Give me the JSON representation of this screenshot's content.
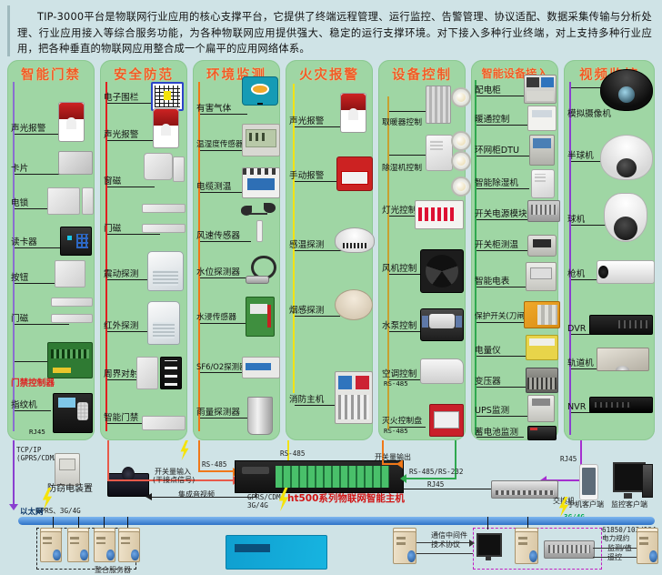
{
  "intro": {
    "paragraph": "TIP-3000平台是物联网行业应用的核心支撑平台，它提供了终端远程管理、运行监控、告警管理、协议适配、数据采集传输与分析处理、行业应用接入等综合服务功能，为各种物联网应用提供强大、稳定的运行支撑环境。对下接入多种行业终端，对上支持多种行业应用，把各种垂直的物联网应用整合成一个扁平的应用网络体系。"
  },
  "colors": {
    "page_bg": "#cfe3e6",
    "column_bg": "#9fd6a4",
    "column_title": "#f05a28",
    "host_label": "#d01414",
    "ethernet_bar": "#2f73c8",
    "bus_access_control": "#8a6fd0",
    "bus_security": "#e02020",
    "bus_environment": "#f07818",
    "bus_fire": "#f2e315",
    "bus_device_control": "#c8a030",
    "bus_smart_device": "#2fa84f",
    "bus_video": "#8a3fd0"
  },
  "columns": [
    {
      "id": "access-control",
      "title": "智能门禁",
      "bus_color": "#8a6fd0",
      "items": [
        {
          "label": "声光报警",
          "device": "siren"
        },
        {
          "label": "卡片",
          "device": "plate"
        },
        {
          "label": "电锁",
          "device": "plate2"
        },
        {
          "label": "读卡器",
          "device": "darkbox"
        },
        {
          "label": "按钮",
          "device": "plate2"
        },
        {
          "label": "门磁",
          "device": "plate2"
        },
        {
          "label": "门禁控制器",
          "device": "greenpcb",
          "highlight": true
        },
        {
          "label": "指纹机",
          "device": "fingerprint"
        }
      ],
      "footer": "TCP/IP\n(GPRS/CDMA)",
      "footer_short": "RJ45"
    },
    {
      "id": "security",
      "title": "安全防范",
      "bus_color": "#e02020",
      "items": [
        {
          "label": "电子围栏",
          "device": "fence"
        },
        {
          "label": "声光报警",
          "device": "siren"
        },
        {
          "label": "窗磁",
          "device": "plate2"
        },
        {
          "label": "门磁",
          "device": "plate2"
        },
        {
          "label": "震动探测",
          "device": "pir"
        },
        {
          "label": "红外探测",
          "device": "pir"
        },
        {
          "label": "周界对射",
          "device": "beam"
        },
        {
          "label": "智能门禁",
          "device": "plate2"
        }
      ],
      "footer": "RS-485"
    },
    {
      "id": "environment",
      "title": "环境监测",
      "bus_color": "#f07818",
      "items": [
        {
          "label": "有害气体",
          "device": "gasdet"
        },
        {
          "label": "温湿度传感器",
          "device": "lcdmeter"
        },
        {
          "label": "电缆测温",
          "device": "breaker"
        },
        {
          "label": "风速传感器",
          "device": "anem"
        },
        {
          "label": "水位探测器",
          "device": "probe"
        },
        {
          "label": "水浸传感器",
          "device": "wetsens"
        },
        {
          "label": "SF6/O2探测器",
          "device": "sf6"
        },
        {
          "label": "雨量探测器",
          "device": "raingauge"
        }
      ],
      "footer": "RS-485"
    },
    {
      "id": "fire-alarm",
      "title": "火灾报警",
      "bus_color": "#f2e315",
      "items": [
        {
          "label": "声光报警",
          "device": "siren"
        },
        {
          "label": "手动报警",
          "device": "manualcall"
        },
        {
          "label": "感温探测",
          "device": "smokedet"
        },
        {
          "label": "烟感探测",
          "device": "smokedet2"
        },
        {
          "label": "消防主机",
          "device": "firepanel"
        }
      ],
      "footer": "RS-485"
    },
    {
      "id": "device-control",
      "title": "设备控制",
      "bus_color": "#c8a030",
      "items": [
        {
          "label": "取暖器控制",
          "device": "heater"
        },
        {
          "label": "除湿机控制",
          "device": "dehum"
        },
        {
          "label": "灯光控制",
          "device": "lightctl"
        },
        {
          "label": "风机控制",
          "device": "fan"
        },
        {
          "label": "水泵控制",
          "device": "pump"
        },
        {
          "label": "空调控制",
          "sub": "RS-485",
          "device": "acctl"
        },
        {
          "label": "灭火控制盘",
          "sub": "RS-485",
          "device": "extpanel"
        }
      ],
      "footer": "开关量输出"
    },
    {
      "id": "smart-device-access",
      "title": "智能设备接入",
      "bus_color": "#2fa84f",
      "items": [
        {
          "label": "配电柜",
          "device": "cabinet"
        },
        {
          "label": "暖通控制",
          "device": "hvac"
        },
        {
          "label": "环网柜DTU",
          "device": "dtu"
        },
        {
          "label": "智能除湿机",
          "device": "dehum"
        },
        {
          "label": "开关电源模块",
          "device": "psu"
        },
        {
          "label": "开关柜测温",
          "device": "tempmon"
        },
        {
          "label": "智能电表",
          "device": "emeter"
        },
        {
          "label": "保护开关(刀闸)",
          "device": "mccb"
        },
        {
          "label": "电量仪",
          "device": "pmeter"
        },
        {
          "label": "变压器",
          "device": "transformer"
        },
        {
          "label": "UPS监测",
          "device": "ups"
        },
        {
          "label": "蓄电池监测",
          "device": "battery"
        }
      ],
      "footer": "RS-485/RS-232"
    },
    {
      "id": "video-surveillance",
      "title": "视频监控",
      "bus_color": "#8a3fd0",
      "items": [
        {
          "label": "模拟摄像机",
          "device": "domecam"
        },
        {
          "label": "半球机",
          "device": "whitedome"
        },
        {
          "label": "球机",
          "device": "ptz"
        },
        {
          "label": "枪机",
          "device": "bullet"
        },
        {
          "label": "DVR",
          "device": "dvr"
        },
        {
          "label": "轨道机",
          "device": "railcam"
        },
        {
          "label": "NVR",
          "device": "nvr"
        }
      ],
      "footer": "RJ45"
    }
  ],
  "network": {
    "tcpip_label": "TCP/IP\n(GPRS/CDMA)",
    "anti_theft_label": "防窃电装置",
    "gprs_left": "GPRS、3G/4G",
    "switch_input_label": "开关量输入",
    "switch_input_sub": "(干接点信号)",
    "rs485_left": "RS-485",
    "rs485_right": "RS-485",
    "rs485_rs232": "RS-485/RS-232",
    "switch_output_label": "开关量输出",
    "rj45_mid": "RJ45",
    "rj45_right": "RJ45",
    "host_name": "ht500系列物联网智能主机",
    "host_gprs": "GPRS/CDMA\n3G/4G",
    "integrated_video": "集成音视频",
    "switch_label": "交换机",
    "mobile_client": "手机客户端",
    "pc_client": "监控客户端",
    "mobile_3g4g": "3G/4G",
    "ethernet_label": "以太网",
    "server_group_label": "整合服务器",
    "middleware_label": "通信中间件\n技术协议",
    "power_protocol_label": "61850/103/104\n电力规约",
    "monitor_label": "监测/值",
    "remote_label": "遥控"
  }
}
